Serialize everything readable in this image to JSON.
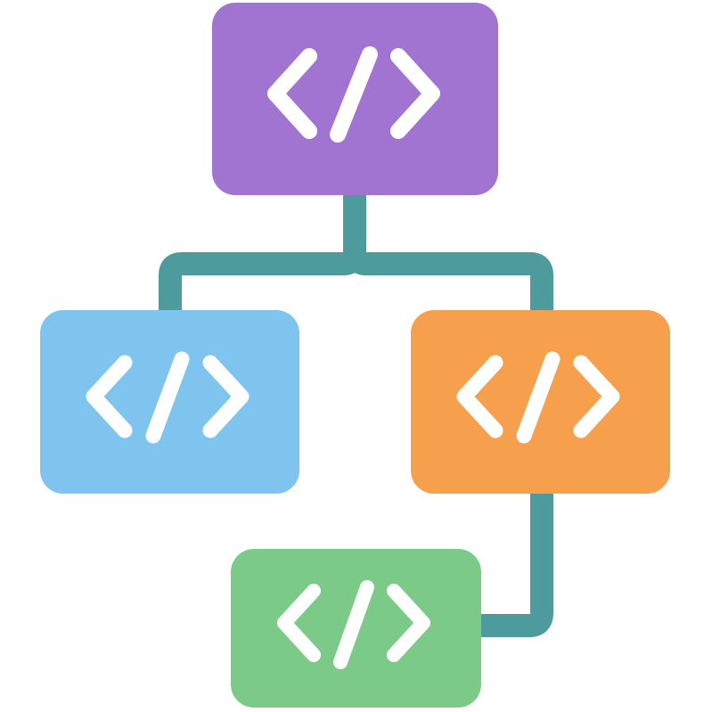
{
  "diagram": {
    "connector_color": "#4d9b9c",
    "glyph_color": "#ffffff",
    "nodes": [
      {
        "id": "top",
        "icon": "code-brackets-icon",
        "color": "#a174d1"
      },
      {
        "id": "left",
        "icon": "code-brackets-icon",
        "color": "#7fc4ef"
      },
      {
        "id": "right",
        "icon": "code-brackets-icon",
        "color": "#f6a04d"
      },
      {
        "id": "bottom",
        "icon": "code-brackets-icon",
        "color": "#7cca88"
      }
    ],
    "edges": [
      {
        "from": "top",
        "to": "left"
      },
      {
        "from": "top",
        "to": "right"
      },
      {
        "from": "right",
        "to": "bottom"
      }
    ]
  }
}
